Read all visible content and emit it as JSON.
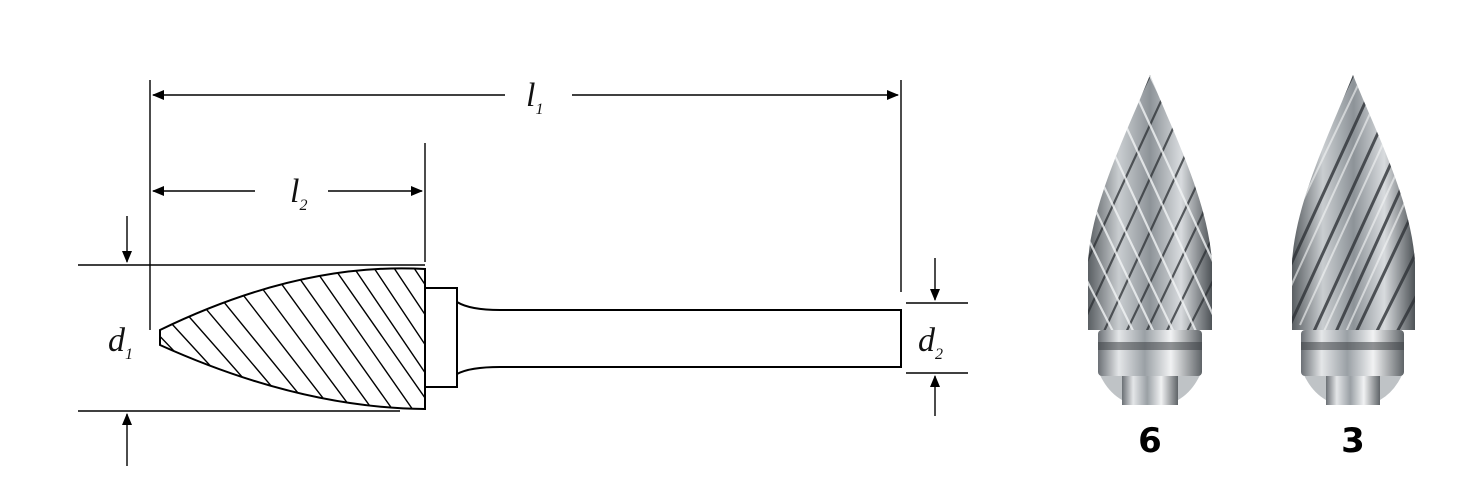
{
  "dimensions": {
    "l1": {
      "base": "l",
      "sub": "1"
    },
    "l2": {
      "base": "l",
      "sub": "2"
    },
    "d1": {
      "base": "d",
      "sub": "1"
    },
    "d2": {
      "base": "d",
      "sub": "2"
    }
  },
  "photos": [
    {
      "caption": "6",
      "cut": "double"
    },
    {
      "caption": "3",
      "cut": "single"
    }
  ]
}
